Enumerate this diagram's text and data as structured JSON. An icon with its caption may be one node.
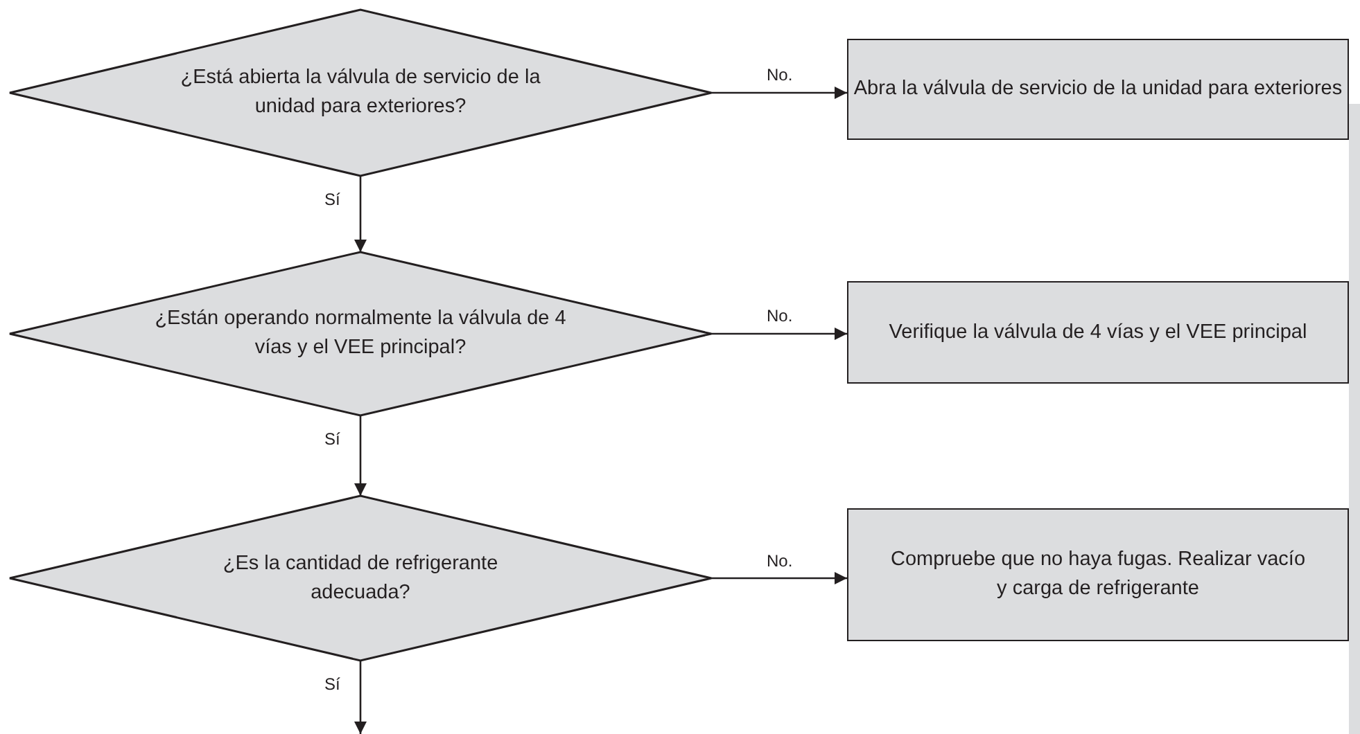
{
  "diagram": {
    "nodes": [
      {
        "text": [
          "¿Está abierta la válvula de servicio de la unidad para exteriores?"
        ]
      },
      {
        "text": [
          "Abra la válvula de servicio de la unidad para exteriores"
        ]
      },
      {
        "text": [
          "¿Están operando normalmente la válvula de 4 vías y el VEE principal?"
        ]
      },
      {
        "text": [
          "Verifique la válvula de 4 vías y el VEE principal"
        ]
      },
      {
        "text": [
          "¿Es la cantidad de refrigerante adecuada?"
        ]
      },
      {
        "text": [
          "Compruebe que no haya fugas. Realizar vacío y carga de refrigerante"
        ]
      }
    ],
    "edges": [
      {
        "from": 0,
        "to": 1,
        "arrow": "to",
        "label": "No."
      },
      {
        "from": 0,
        "to": 2,
        "arrow": "to",
        "label": "Sí"
      },
      {
        "from": 2,
        "to": 3,
        "arrow": "to",
        "label": "No."
      },
      {
        "from": 2,
        "to": 4,
        "arrow": "to",
        "label": "Sí"
      },
      {
        "from": 4,
        "to": 5,
        "arrow": "to",
        "label": "No."
      },
      {
        "from": 4,
        "to": null,
        "arrow": "to",
        "label": "Sí"
      }
    ]
  }
}
